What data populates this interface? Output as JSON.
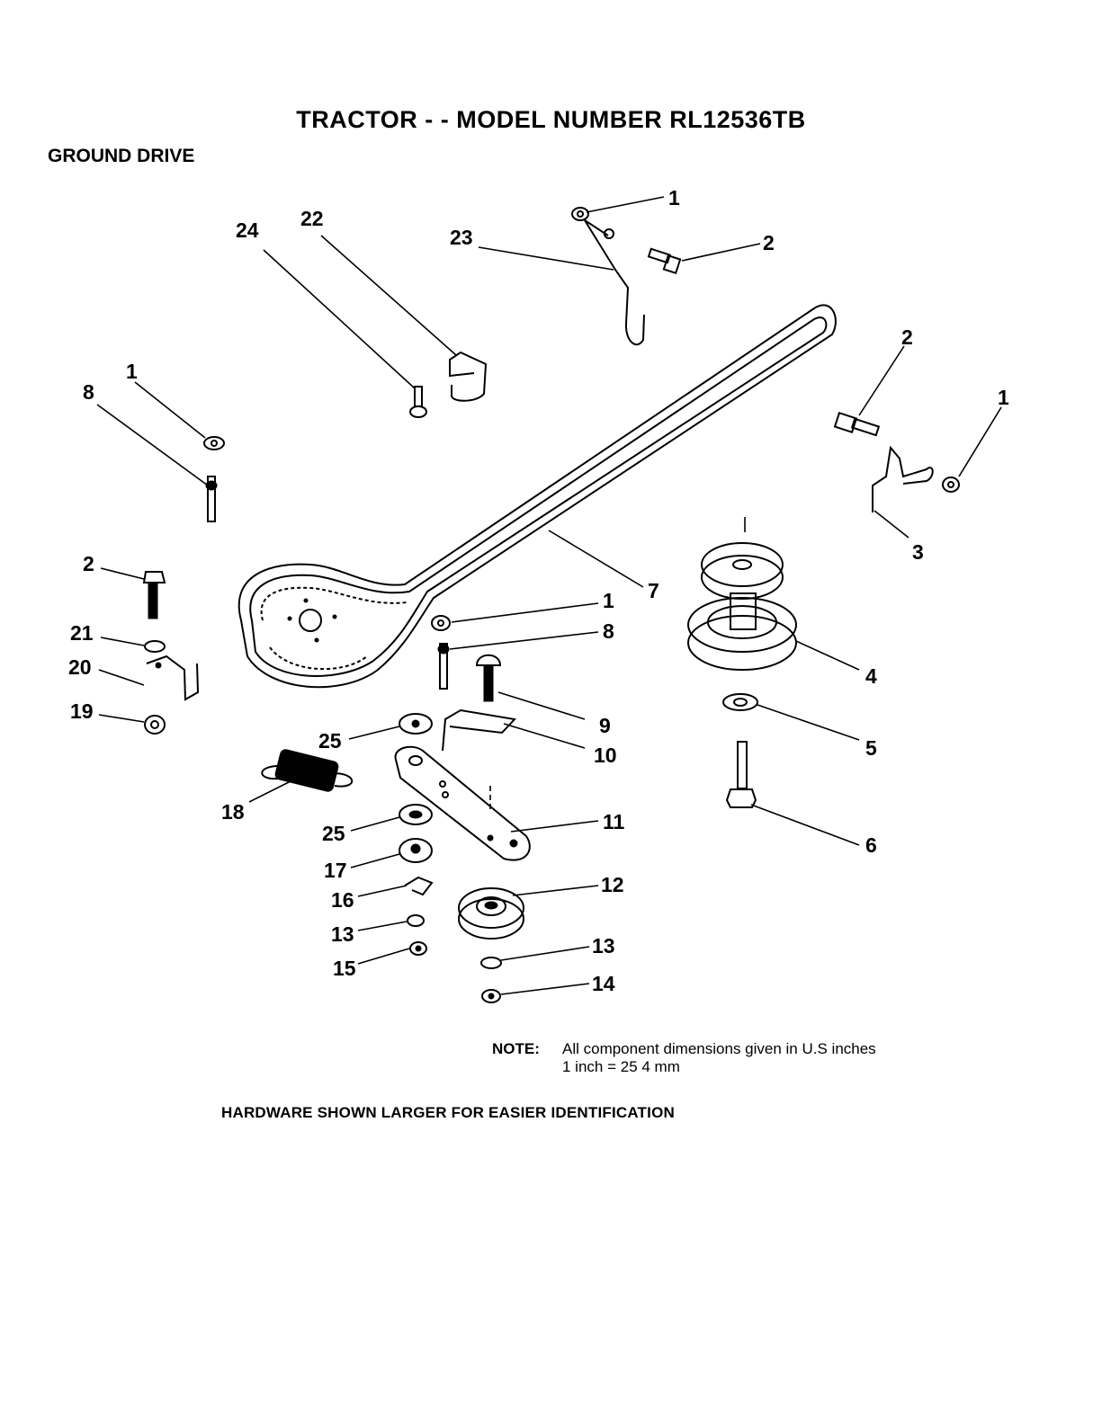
{
  "header": {
    "title": "TRACTOR - - MODEL NUMBER RL12536TB",
    "section": "GROUND DRIVE"
  },
  "diagram": {
    "callouts": [
      "1",
      "2",
      "23",
      "24",
      "22",
      "2",
      "1",
      "1",
      "8",
      "3",
      "2",
      "7",
      "1",
      "8",
      "4",
      "21",
      "20",
      "9",
      "19",
      "5",
      "25",
      "10",
      "11",
      "18",
      "6",
      "25",
      "17",
      "12",
      "16",
      "13",
      "13",
      "15",
      "14"
    ]
  },
  "note": {
    "label": "NOTE:",
    "line1": "All component dimensions given in U.S  inches",
    "line2": "1 inch = 25 4 mm"
  },
  "footer": {
    "hardware": "HARDWARE SHOWN LARGER FOR EASIER IDENTIFICATION"
  }
}
